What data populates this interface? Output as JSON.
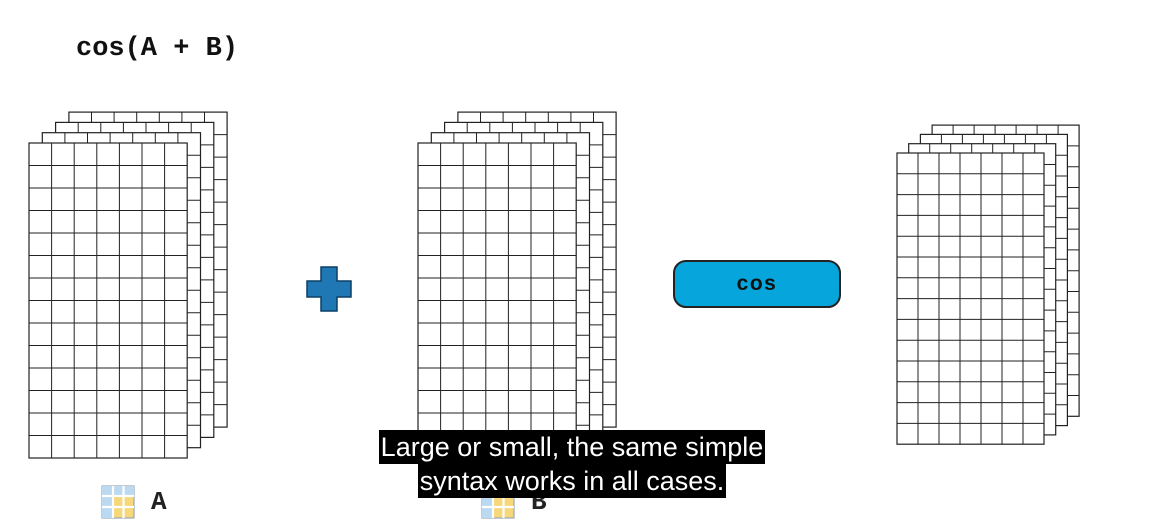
{
  "expression": "cos(A + B)",
  "operands": [
    {
      "name": "A"
    },
    {
      "name": "B"
    }
  ],
  "operator_icon": "plus-icon",
  "function_button": {
    "label": "cos",
    "color": "#06a6dc"
  },
  "result": {},
  "variable_icon": "workspace-variable-icon",
  "caption": {
    "line1": "Large or small, the same simple",
    "line2": "syntax works in all cases."
  },
  "colors": {
    "plus": "#1f78b4",
    "grid_line": "#222222",
    "button": "#06a6dc"
  }
}
